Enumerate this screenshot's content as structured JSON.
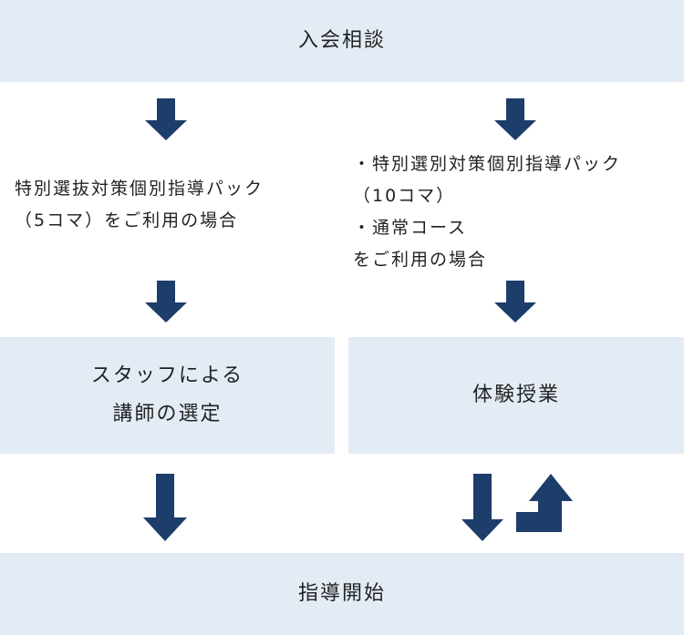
{
  "colors": {
    "box_fill": "#e3ecf5",
    "arrow": "#1d3d6b",
    "text": "#222222",
    "background": "#ffffff"
  },
  "steps": {
    "consultation": "入会相談",
    "left_condition": [
      "特別選抜対策個別指導パック",
      "（5コマ）をご利用の場合"
    ],
    "right_condition": [
      "・特別選別対策個別指導パック",
      "（10コマ）",
      "・通常コース",
      "をご利用の場合"
    ],
    "staff_selection": [
      "スタッフによる",
      "講師の選定"
    ],
    "trial_lesson": "体験授業",
    "start": "指導開始"
  },
  "icons": {
    "down_arrow": "down-arrow-icon",
    "return_arrow": "return-arrow-icon"
  }
}
